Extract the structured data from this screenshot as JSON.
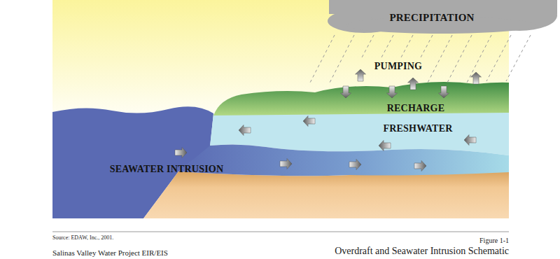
{
  "diagram": {
    "title": "Overdraft and Seawater Intrusion Schematic",
    "nodes": [
      {
        "text": [
          "PRECIPITATION"
        ]
      },
      {
        "text": [
          "PUMPING",
          "RECHARGE"
        ]
      },
      {
        "text": [
          "FRESHWATER"
        ]
      },
      {
        "text": [
          "SEAWATER INTRUSION"
        ]
      }
    ],
    "labels": [
      "Source: EDAW, Inc., 2001.",
      "Figure 1-1",
      "Salinas Valley Water Project EIR/EIS"
    ]
  }
}
